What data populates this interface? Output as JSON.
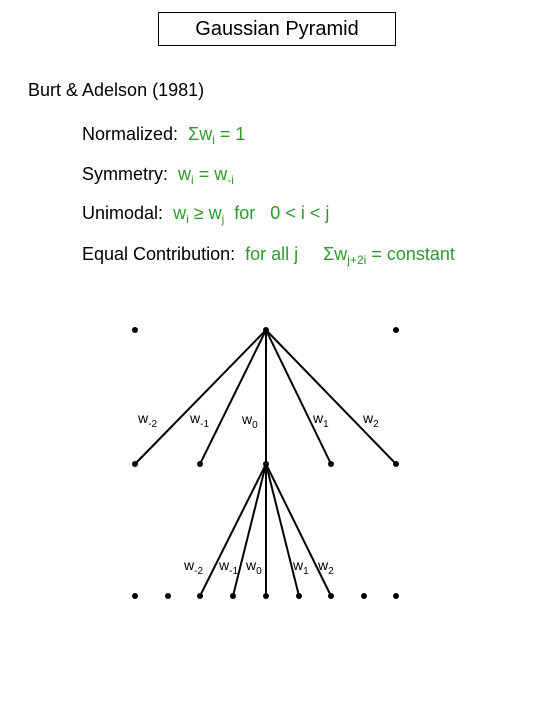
{
  "title": "Gaussian Pyramid",
  "citation": "Burt & Adelson (1981)",
  "properties": {
    "normalized": {
      "label": "Normalized:",
      "sigma": "Σ",
      "w": "w",
      "sub": "i",
      "rest": " = 1"
    },
    "symmetry": {
      "label": "Symmetry:",
      "w1": "w",
      "sub1": "i",
      "eq": " = w",
      "sub2": "-i"
    },
    "unimodal": {
      "label": "Unimodal:",
      "w1": "w",
      "sub1": "i",
      "ge": " ≥ w",
      "sub2": "j",
      "cond": "  for   0 < i < j"
    },
    "equal": {
      "label": "Equal Contribution:",
      "forall": "for all j",
      "sigma": "Σ",
      "w": "w",
      "sub": "j+2i",
      "rest": " = constant"
    }
  },
  "top_weights": [
    {
      "w": "w",
      "s": "-2"
    },
    {
      "w": "w",
      "s": "-1"
    },
    {
      "w": "w",
      "s": "0"
    },
    {
      "w": "w",
      "s": "1"
    },
    {
      "w": "w",
      "s": "2"
    }
  ],
  "bottom_weights": [
    {
      "w": "w",
      "s": "-2"
    },
    {
      "w": "w",
      "s": "-1"
    },
    {
      "w": "w",
      "s": "0"
    },
    {
      "w": "w",
      "s": "1"
    },
    {
      "w": "w",
      "s": "2"
    }
  ]
}
